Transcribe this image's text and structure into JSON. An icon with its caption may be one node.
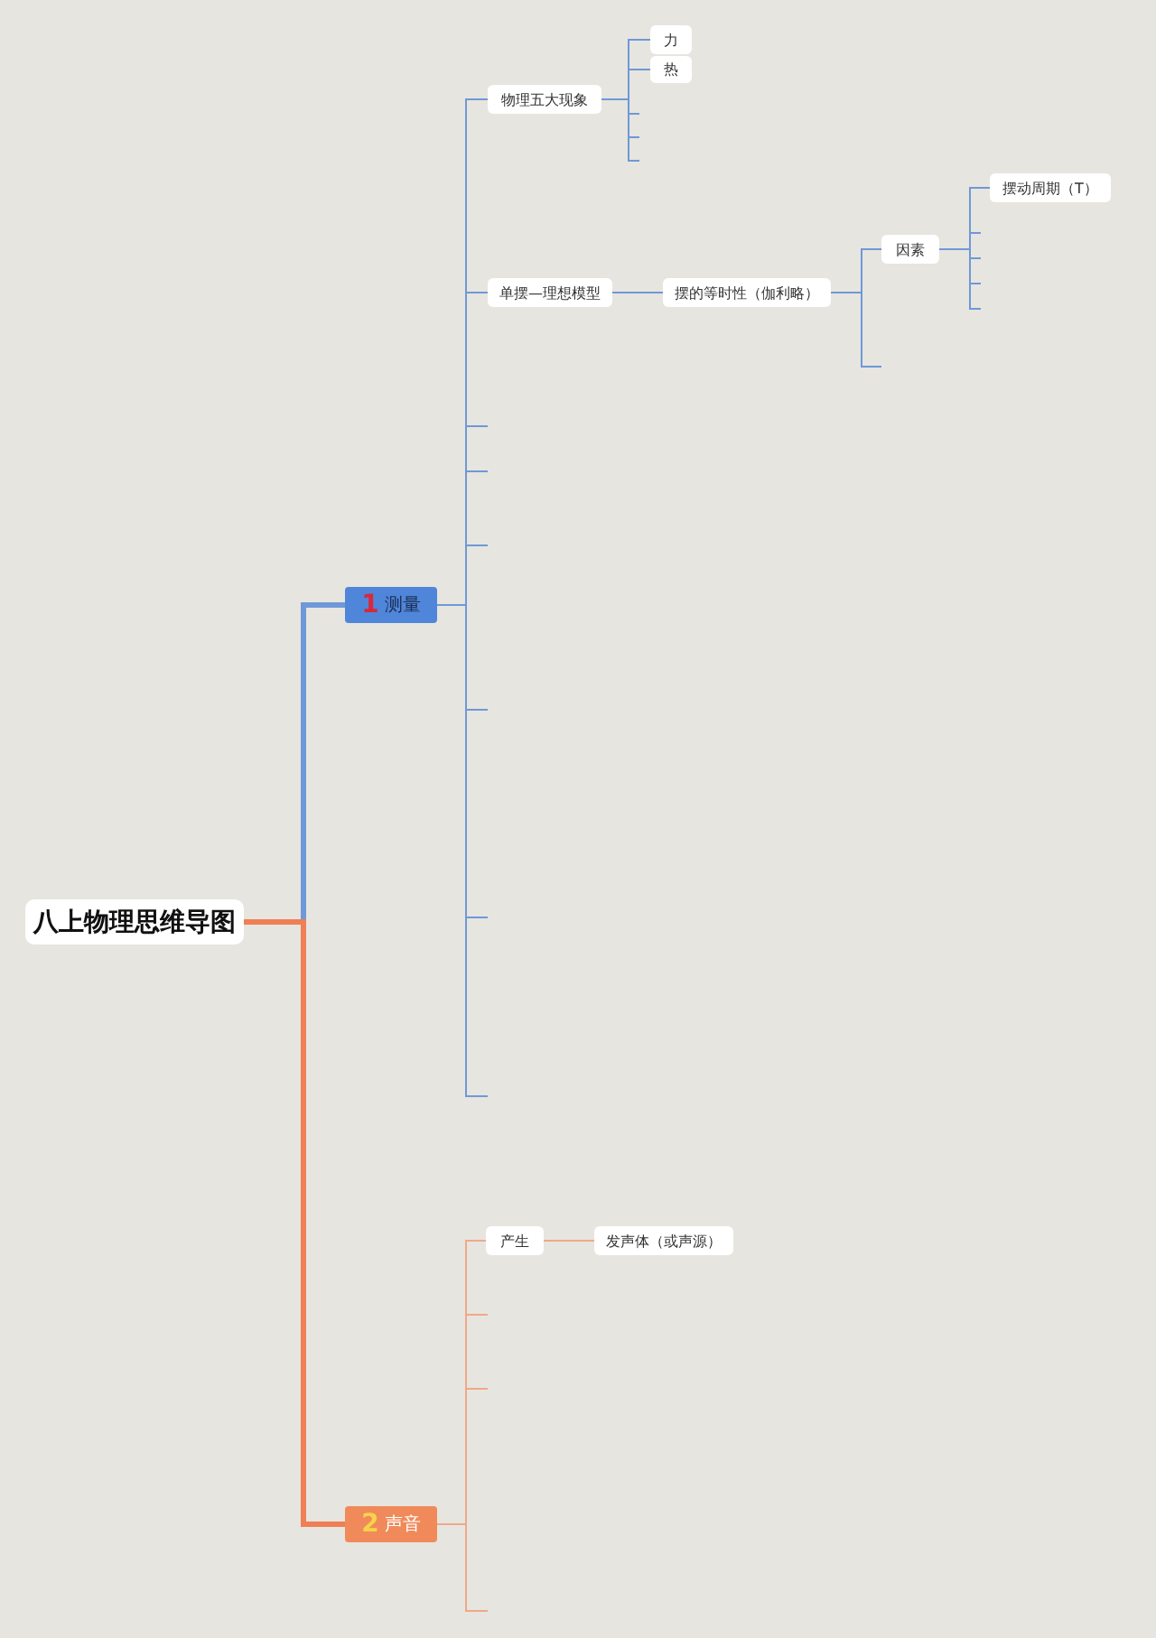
{
  "diagram": {
    "nodes": [
      {
        "text": [
          "八上物理思维导图"
        ]
      },
      {
        "text": [
          "1",
          "测量"
        ]
      },
      {
        "text": [
          "物理五大现象"
        ]
      },
      {
        "text": [
          "力"
        ]
      },
      {
        "text": [
          "热"
        ]
      },
      {
        "text": [
          "单摆—理想模型"
        ]
      },
      {
        "text": [
          "摆的等时性（伽利略）"
        ]
      },
      {
        "text": [
          "因素"
        ]
      },
      {
        "text": [
          "摆动周期（T）"
        ]
      },
      {
        "text": [
          "2",
          "声音"
        ]
      },
      {
        "text": [
          "产生"
        ]
      },
      {
        "text": [
          "发声体（或声源）"
        ]
      }
    ],
    "edges": [
      {
        "from": 0,
        "to": 1,
        "arrow": "none",
        "style": "thick"
      },
      {
        "from": 0,
        "to": 9,
        "arrow": "none",
        "style": "thick",
        "color": "#ef7f55"
      },
      {
        "from": 1,
        "to": 2,
        "arrow": "none"
      },
      {
        "from": 2,
        "to": 3,
        "arrow": "none"
      },
      {
        "from": 2,
        "to": 4,
        "arrow": "none"
      },
      {
        "from": 2,
        "to": null,
        "arrow": "none"
      },
      {
        "from": 2,
        "to": null,
        "arrow": "none"
      },
      {
        "from": 2,
        "to": null,
        "arrow": "none"
      },
      {
        "from": 1,
        "to": 5,
        "arrow": "none"
      },
      {
        "from": 5,
        "to": 6,
        "arrow": "none"
      },
      {
        "from": 6,
        "to": 7,
        "arrow": "none"
      },
      {
        "from": 7,
        "to": 8,
        "arrow": "none"
      },
      {
        "from": 7,
        "to": null,
        "arrow": "none"
      },
      {
        "from": 7,
        "to": null,
        "arrow": "none"
      },
      {
        "from": 7,
        "to": null,
        "arrow": "none"
      },
      {
        "from": 7,
        "to": null,
        "arrow": "none"
      },
      {
        "from": 6,
        "to": null,
        "arrow": "none"
      },
      {
        "from": 1,
        "to": null,
        "arrow": "none"
      },
      {
        "from": 1,
        "to": null,
        "arrow": "none"
      },
      {
        "from": 1,
        "to": null,
        "arrow": "none"
      },
      {
        "from": 1,
        "to": null,
        "arrow": "none"
      },
      {
        "from": 1,
        "to": null,
        "arrow": "none"
      },
      {
        "from": 1,
        "to": null,
        "arrow": "none"
      },
      {
        "from": 9,
        "to": 10,
        "arrow": "none",
        "color": "#f0a888"
      },
      {
        "from": 10,
        "to": 11,
        "arrow": "none",
        "color": "#f0a888"
      },
      {
        "from": 9,
        "to": null,
        "arrow": "none",
        "color": "#f0a888"
      },
      {
        "from": 9,
        "to": null,
        "arrow": "none",
        "color": "#f0a888"
      },
      {
        "from": 9,
        "to": null,
        "arrow": "none",
        "color": "#f0a888"
      }
    ]
  }
}
